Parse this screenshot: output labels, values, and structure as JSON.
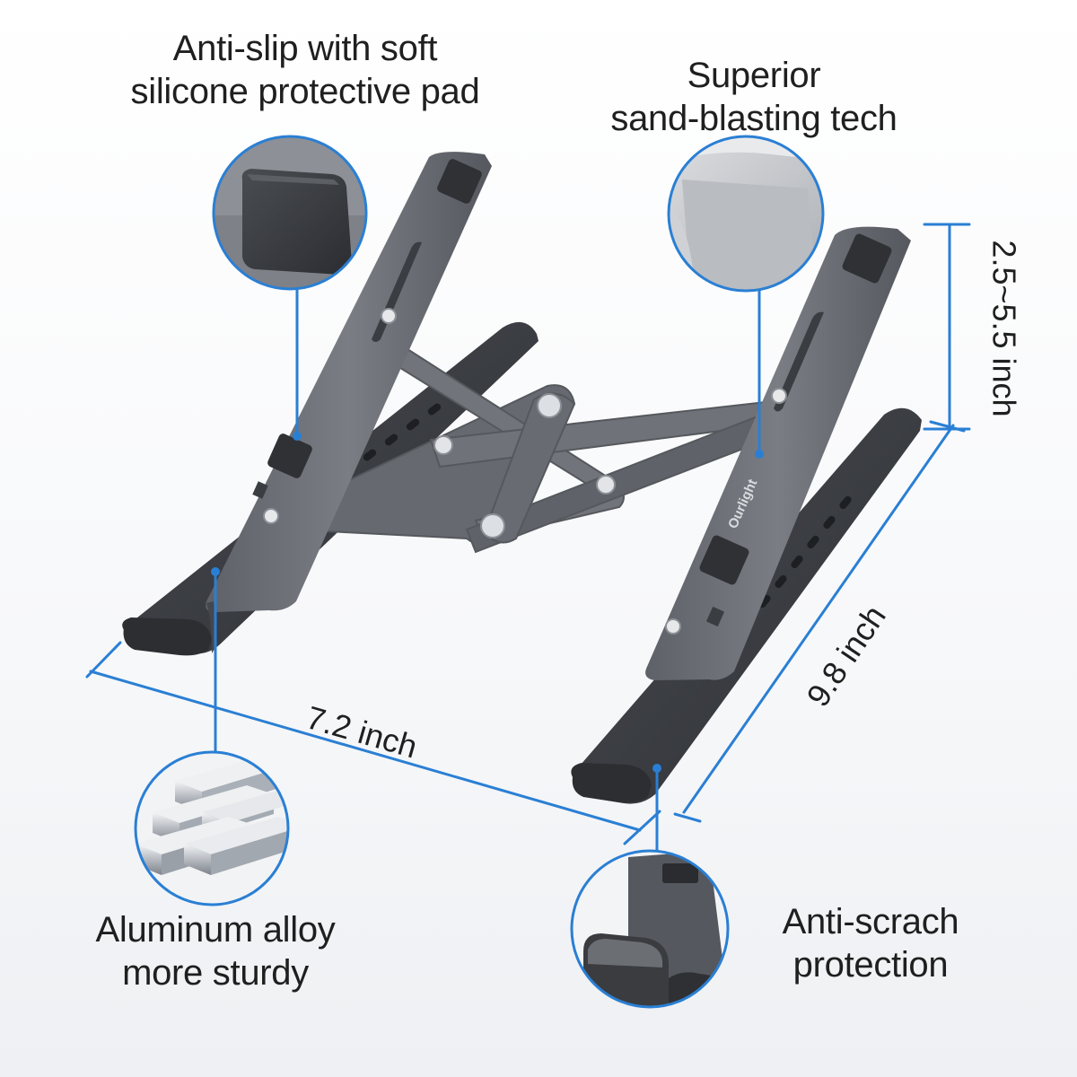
{
  "callouts": {
    "top_left": {
      "line1": "Anti-slip with soft",
      "line2": "silicone protective pad"
    },
    "top_right": {
      "line1": "Superior",
      "line2": "sand-blasting tech"
    },
    "bottom_left": {
      "line1": "Aluminum alloy",
      "line2": "more sturdy"
    },
    "bottom_right": {
      "line1": "Anti-scrach",
      "line2": "protection"
    }
  },
  "dimensions": {
    "width": "7.2 inch",
    "depth": "9.8 inch",
    "height": "2.5~5.5 inch"
  },
  "brand_logo": "Ourlight",
  "colors": {
    "accent_blue": "#2a7fd4",
    "aluminum_gray": "#6d7077",
    "dark_gray": "#3f4247",
    "pad_black": "#34363a"
  },
  "icons": [
    "silicone-pad-zoom",
    "sandblast-surface-zoom",
    "aluminum-bars-zoom",
    "anti-scratch-foot-zoom"
  ]
}
